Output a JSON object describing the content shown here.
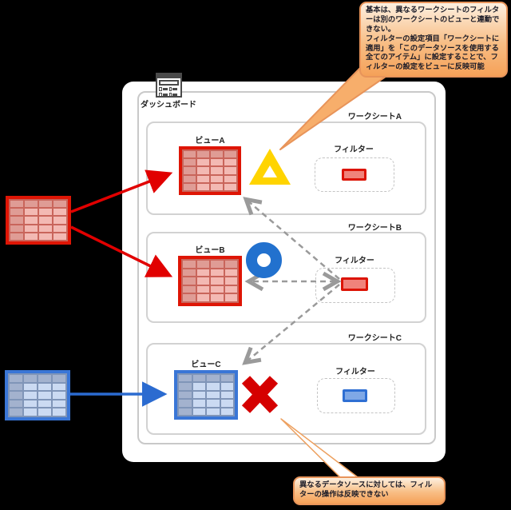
{
  "diagram_title": "tableau-dashboard-filter-scope-diagram",
  "dashboard": {
    "label": "ダッシュボード"
  },
  "worksheets": [
    {
      "label": "ワークシートA",
      "view_label": "ビューA",
      "filter_label": "フィルター",
      "view_color": "red",
      "filter_color": "red",
      "symbol": "yellow-triangle-warning"
    },
    {
      "label": "ワークシートB",
      "view_label": "ビューB",
      "filter_label": "フィルター",
      "view_color": "red",
      "filter_color": "red",
      "symbol": "blue-circle-ok"
    },
    {
      "label": "ワークシートC",
      "view_label": "ビューC",
      "filter_label": "フィルター",
      "view_color": "blue",
      "filter_color": "blue",
      "symbol": "red-cross-ng"
    }
  ],
  "datasources": [
    {
      "name": "datasource-red",
      "color": "red",
      "feeds": [
        "ビューA",
        "ビューB"
      ]
    },
    {
      "name": "datasource-blue",
      "color": "blue",
      "feeds": [
        "ビューC"
      ]
    }
  ],
  "callouts": {
    "top": {
      "line1": "基本は、異なるワークシートのフィルターは別のワークシートのビューと連動できない。",
      "line2": "フィルターの設定項目「ワークシートに適用」を「このデータソースを使用する全てのアイテム」に設定することで、フィルターの設定をビューに反映可能"
    },
    "bottom": {
      "text": "異なるデータソースに対しては、フィルターの操作は反映できない"
    }
  },
  "grid_config": {
    "rows": 5,
    "cols": 4
  },
  "colors": {
    "red_accent": "#de1505",
    "blue_accent": "#3a76d6",
    "yellow_symbol": "#ffd400",
    "blue_symbol": "#2271ce",
    "red_symbol": "#d50000",
    "callout_border": "#e8945a",
    "dashed_arrow": "#9a9a9a",
    "container_border": "#cccccc"
  }
}
